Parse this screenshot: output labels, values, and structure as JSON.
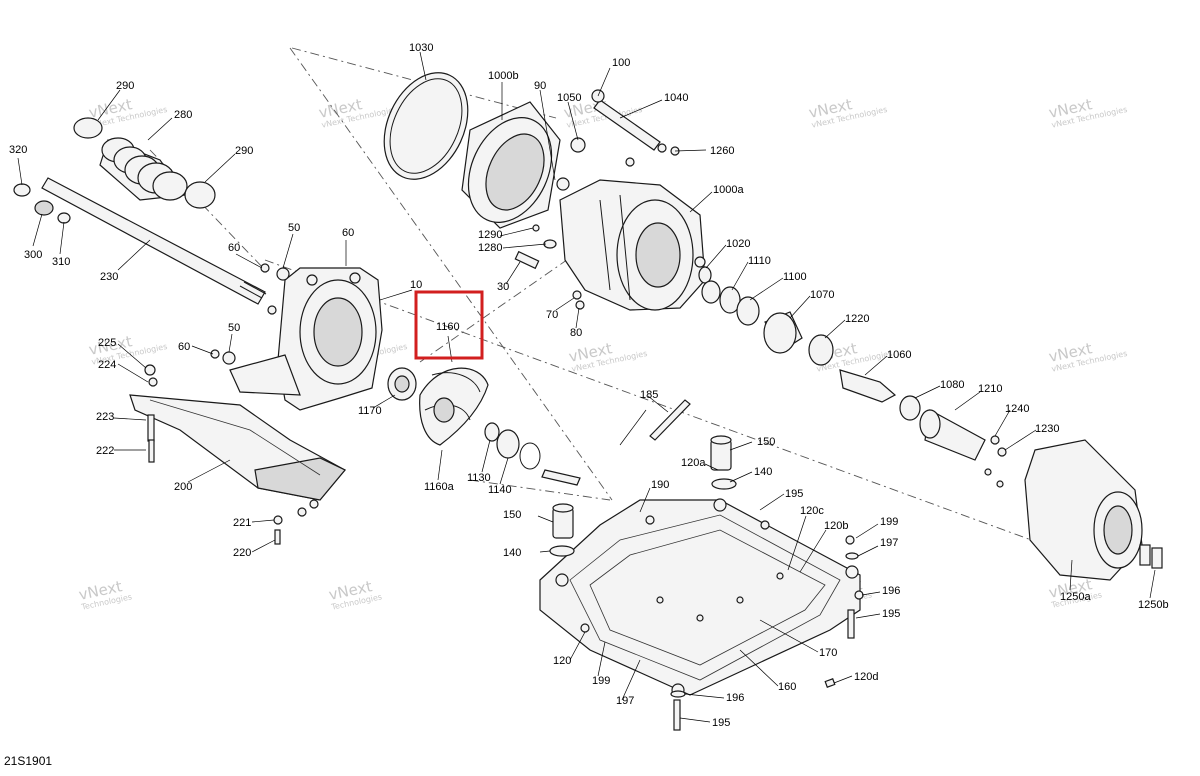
{
  "figure_code": "21S1901",
  "highlighted_part": "1160",
  "highlight_color": "#d21f1f",
  "watermark": {
    "brand": "vNext",
    "line1": "vNext Technologies",
    "line2": "Technologies"
  },
  "callouts": [
    "1030",
    "1000b",
    "90",
    "1050",
    "100",
    "1040",
    "1260",
    "1000a",
    "290",
    "280",
    "290",
    "320",
    "300",
    "310",
    "230",
    "50",
    "60",
    "60",
    "10",
    "50",
    "60",
    "225",
    "224",
    "223",
    "222",
    "200",
    "221",
    "220",
    "1170",
    "1160",
    "1160a",
    "1130",
    "1140",
    "1290",
    "1280",
    "30",
    "70",
    "80",
    "1020",
    "1110",
    "1100",
    "1070",
    "1220",
    "1060",
    "1080",
    "1210",
    "1240",
    "1230",
    "1250a",
    "1250b",
    "185",
    "150",
    "120a",
    "140",
    "190",
    "195",
    "120c",
    "120b",
    "199",
    "197",
    "150",
    "140",
    "196",
    "195",
    "120",
    "170",
    "199",
    "197",
    "160",
    "196",
    "195",
    "120d"
  ]
}
